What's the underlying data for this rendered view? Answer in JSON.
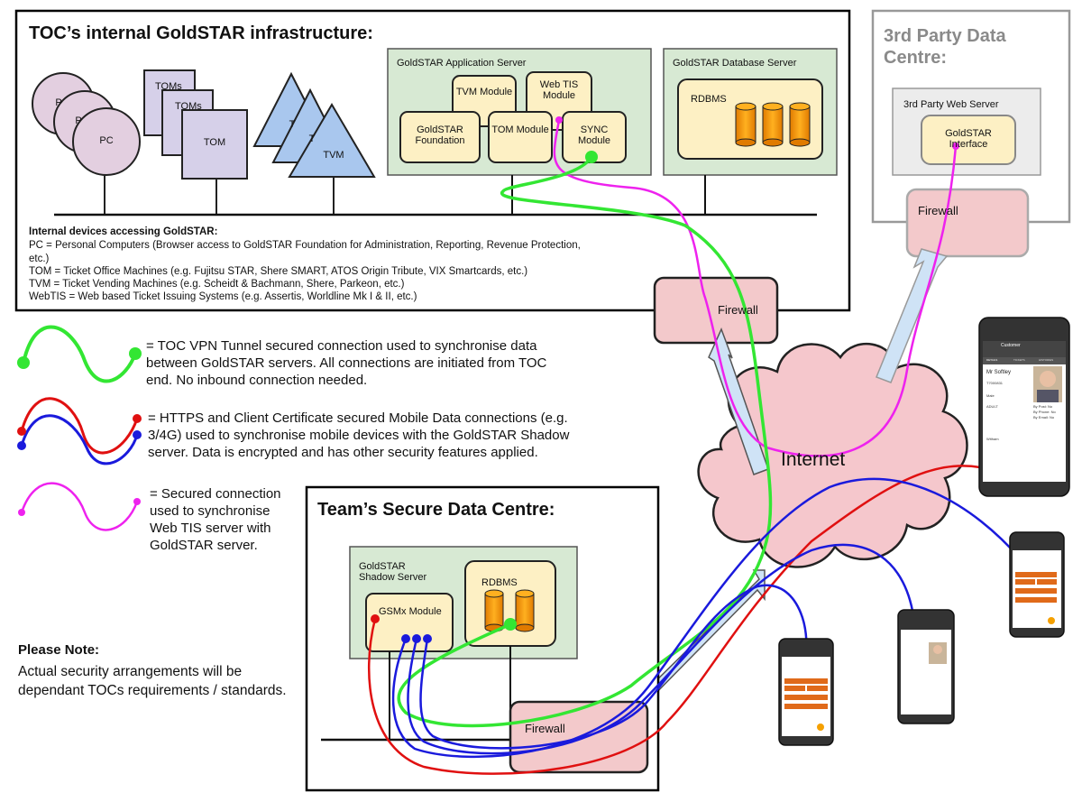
{
  "toc": {
    "title": "TOC’s internal GoldSTAR infrastructure:",
    "app_server": "GoldSTAR Application Server",
    "db_server": "GoldSTAR Database Server",
    "rdbms": "RDBMS",
    "modules": {
      "tvm": "TVM Module",
      "webtis": "Web TIS Module",
      "foundation": "GoldSTAR Foundation",
      "tom": "TOM Module",
      "sync": "SYNC Module"
    },
    "devices": {
      "pc": "PC",
      "pc_back1": "P",
      "pc_back2": "P",
      "tom": "TOM",
      "toms1": "TOMs",
      "toms2": "TOMs",
      "tvm": "TVM",
      "tvm_back1": "T",
      "tvm_back2": "T"
    },
    "internal": {
      "heading": "Internal devices accessing GoldSTAR:",
      "lines": [
        "PC = Personal Computers (Browser access to GoldSTAR Foundation for Administration, Reporting, Revenue Protection,",
        "etc.)",
        "TOM = Ticket Office Machines (e.g. Fujitsu STAR, Shere SMART, ATOS Origin Tribute, VIX Smartcards, etc.)",
        "TVM = Ticket Vending Machines (e.g. Scheidt & Bachmann, Shere, Parkeon, etc.)",
        "WebTIS = Web based Ticket Issuing Systems (e.g. Assertis, Worldline Mk I & II, etc.)"
      ]
    }
  },
  "third_party": {
    "title": "3rd Party Data Centre:",
    "web_server": "3rd Party Web Server",
    "interface": "GoldSTAR Interface"
  },
  "firewalls": {
    "third_party": "Firewall",
    "toc": "Firewall",
    "team": "Firewall"
  },
  "internet": "Internet",
  "legend": {
    "green": "= TOC VPN Tunnel secured connection used to synchronise data between GoldSTAR servers. All connections are initiated from TOC end.  No inbound connection needed.",
    "redblue": "= HTTPS and Client Certificate secured Mobile Data connections (e.g. 3/4G) used to synchronise mobile devices with the GoldSTAR Shadow server. Data is encrypted and has other security features applied.",
    "magenta": "= Secured connection used to synchronise Web TIS server with GoldSTAR server."
  },
  "team": {
    "title": "Team’s Secure Data Centre:",
    "shadow_server": "GoldSTAR Shadow Server",
    "gsmx": "GSMx Module",
    "rdbms": "RDBMS"
  },
  "note": {
    "heading": "Please Note:",
    "body": "Actual security arrangements will be dependant TOCs requirements / standards."
  },
  "phone": {
    "screen_title": "Customer",
    "tabs": [
      "DETAILS",
      "TICKETS",
      "HISTORIES"
    ],
    "name": "Mr Softley",
    "id": "T7000831",
    "gender": "Male",
    "age": "ADULT",
    "contact": [
      "By Post: No",
      "By Phone: No",
      "By Email: No"
    ],
    "city": "Witham"
  },
  "colors": {
    "green": "#33e633",
    "red": "#e01010",
    "blue": "#1a1adc",
    "magenta": "#ee22ee",
    "module_fill": "#fdf0c4",
    "server_fill": "#d7e9d3",
    "firewall_fill": "#f3c9cb",
    "internet_fill": "#f5c7cc",
    "device_fill": "#e0cfe6",
    "tom_fill": "#d8d1ea",
    "tvm_fill": "#a9c6ec",
    "orange": "#f5a000"
  },
  "icons": [
    "pc-icon",
    "tom-icon",
    "tvm-icon",
    "database-icon",
    "cloud-icon",
    "firewall-icon",
    "phone-icon"
  ]
}
